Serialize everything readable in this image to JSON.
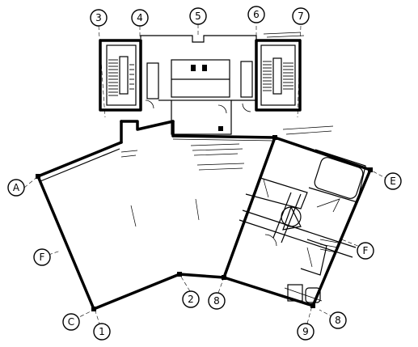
{
  "grid_bubbles": [
    {
      "id": "bubble-3",
      "label": "3"
    },
    {
      "id": "bubble-4",
      "label": "4"
    },
    {
      "id": "bubble-5",
      "label": "5"
    },
    {
      "id": "bubble-6",
      "label": "6"
    },
    {
      "id": "bubble-7",
      "label": "7"
    },
    {
      "id": "bubble-a-left",
      "label": "A"
    },
    {
      "id": "bubble-f-left",
      "label": "F"
    },
    {
      "id": "bubble-c",
      "label": "C"
    },
    {
      "id": "bubble-1",
      "label": "1"
    },
    {
      "id": "bubble-2",
      "label": "2"
    },
    {
      "id": "bubble-8-lower",
      "label": "8"
    },
    {
      "id": "bubble-9",
      "label": "9"
    },
    {
      "id": "bubble-8-right",
      "label": "8"
    },
    {
      "id": "bubble-e",
      "label": "E"
    },
    {
      "id": "bubble-f-right",
      "label": "F"
    }
  ]
}
